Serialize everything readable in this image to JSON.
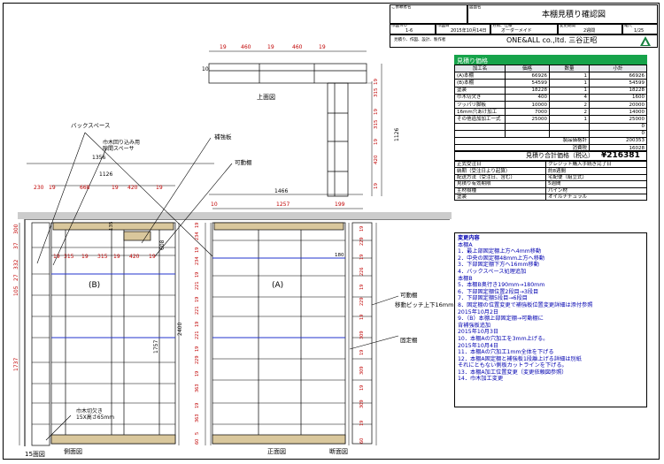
{
  "title_block": {
    "customer_label": "ご依頼者名",
    "drawing_label": "図面名",
    "drawing_title": "本棚見積り確認図",
    "drawing_no_label": "作図ＮＯ",
    "drawing_no": "1-6",
    "date_label": "作図日",
    "date": "2015年10月14日",
    "category_label": "分類、仕様",
    "category": "オーダーメイド",
    "delivery_label": "変更期間",
    "delivery": "2週間",
    "scale_label": "縮尺",
    "scale": "1/25",
    "maker_label": "見積り、作図、設計、製作者",
    "maker": "ONE&ALL co.,ltd. 三谷正昭"
  },
  "price": {
    "header": "見積り価格",
    "columns": [
      "加工名",
      "価格",
      "数量",
      "小計"
    ],
    "rows": [
      [
        "(A)本棚",
        "66926",
        "1",
        "66926"
      ],
      [
        "(B)本棚",
        "54599",
        "1",
        "54599"
      ],
      [
        "塗装",
        "18228",
        "1",
        "18228"
      ],
      [
        "巾木切欠き",
        "400",
        "4",
        "1600"
      ],
      [
        "ツッパリ脚板",
        "10000",
        "2",
        "20000"
      ],
      [
        "16mm穴あけ加工",
        "7000",
        "2",
        "14000"
      ],
      [
        "その他追加加工一式",
        "25000",
        "1",
        "25000"
      ],
      [
        "",
        "",
        "",
        "0"
      ],
      [
        "",
        "",
        "",
        "0"
      ]
    ],
    "subtotal_label": "製品価格計",
    "subtotal": "200353",
    "tax_label": "消費税",
    "tax": "16028",
    "total_label": "見積り合計価格（税込）",
    "total": "¥216381"
  },
  "info": [
    [
      "正式受注日",
      "クレジット購入手続き完了日"
    ],
    [
      "納期（受注日より起算）",
      "約8週間"
    ],
    [
      "配送方法（受注日、含む）",
      "宅配便（組立式）"
    ],
    [
      "見積り有効期限",
      "5週間"
    ],
    [
      "主材樹種",
      "パイン材"
    ],
    [
      "塗装",
      "オイルナチュラル"
    ]
  ],
  "notes": {
    "title": "変更内容",
    "lines": [
      "本棚A",
      "1．最上部固定棚上方へ4mm移動",
      "2．中央の固定棚48mm上方へ移動",
      "3．下部固定棚下方へ16mm移動",
      "4．バックスペース処理追加",
      "本棚B",
      "5．本棚B奥行き190mm→180mm",
      "6．下部固定棚位置2段目→3段目",
      "7．下部固定棚5段目→6段目",
      "8．固定棚の位置変更で補強板位置変更詳細は添付参照",
      "2015年10月2日",
      "9．（B）本棚上部固定棚→可動棚に",
      "   背補強板追加",
      "2015年10月3日",
      "10．本棚Aの穴加工を3mm上げる。",
      "2015年10月4日",
      "11．本棚Aの穴加工1mm全体を下げる",
      "12．本棚A固定棚と補強板1段離上げる詳細は別紙",
      "それにともない側板カットラインを下げる。",
      "13．本棚A加工位置変更（変更依頼図参照）",
      "14．巾木加工変更"
    ]
  },
  "drawing": {
    "top_view_label": "上面図",
    "side_view_label": "側面図",
    "front_view_label": "正面図",
    "section_view_label": "断面図",
    "plan_label": "15面図",
    "callout_back_space": "バックスペース",
    "callout_spacer": "巾木回り込み用\n隙間スペーサ",
    "callout_brace": "補強板",
    "callout_movable": "可動棚",
    "callout_movable2": "可動棚",
    "callout_pitch": "移動ピッチ上下16mm",
    "callout_fixed": "固定棚",
    "callout_notch": "巾木切欠き\n15X高さ65mm",
    "label_a": "(A)",
    "label_b": "(B)",
    "top_dims": [
      "19",
      "460",
      "19",
      "460",
      "19"
    ],
    "top_left_dim": "10",
    "top_right_dims": [
      "19",
      "315",
      "19",
      "315",
      "19",
      "420",
      "19"
    ],
    "top_right_total": "1126",
    "dim_1356": "1356",
    "dim_1126": "1126",
    "dim_b_row": [
      "230",
      "19",
      "668",
      "19",
      "420",
      "19"
    ],
    "dim_1466": "1466",
    "dim_a_row": [
      "10",
      "1257",
      "199"
    ],
    "dim_b_inner": [
      "19",
      "315",
      "19",
      "315",
      "19",
      "420",
      "19"
    ],
    "dim_b_135": "135",
    "dim_b_180": "180",
    "dim_left_col": [
      "300",
      "37",
      "332",
      "27",
      "105",
      "1737"
    ],
    "dim_b_height": "2400",
    "dim_b_height2": "1757",
    "dim_608": "608",
    "dim_a_col": [
      "19",
      "234",
      "19",
      "234",
      "19",
      "221",
      "19",
      "221",
      "19",
      "221",
      "19",
      "229",
      "19",
      "363",
      "19",
      "363",
      "5",
      "60"
    ],
    "dim_right_col": [
      "19",
      "229",
      "19",
      "226",
      "19",
      "229",
      "19",
      "309",
      "19",
      "309",
      "19",
      "309",
      "19",
      "60"
    ],
    "dim_bottom_60": "60"
  }
}
